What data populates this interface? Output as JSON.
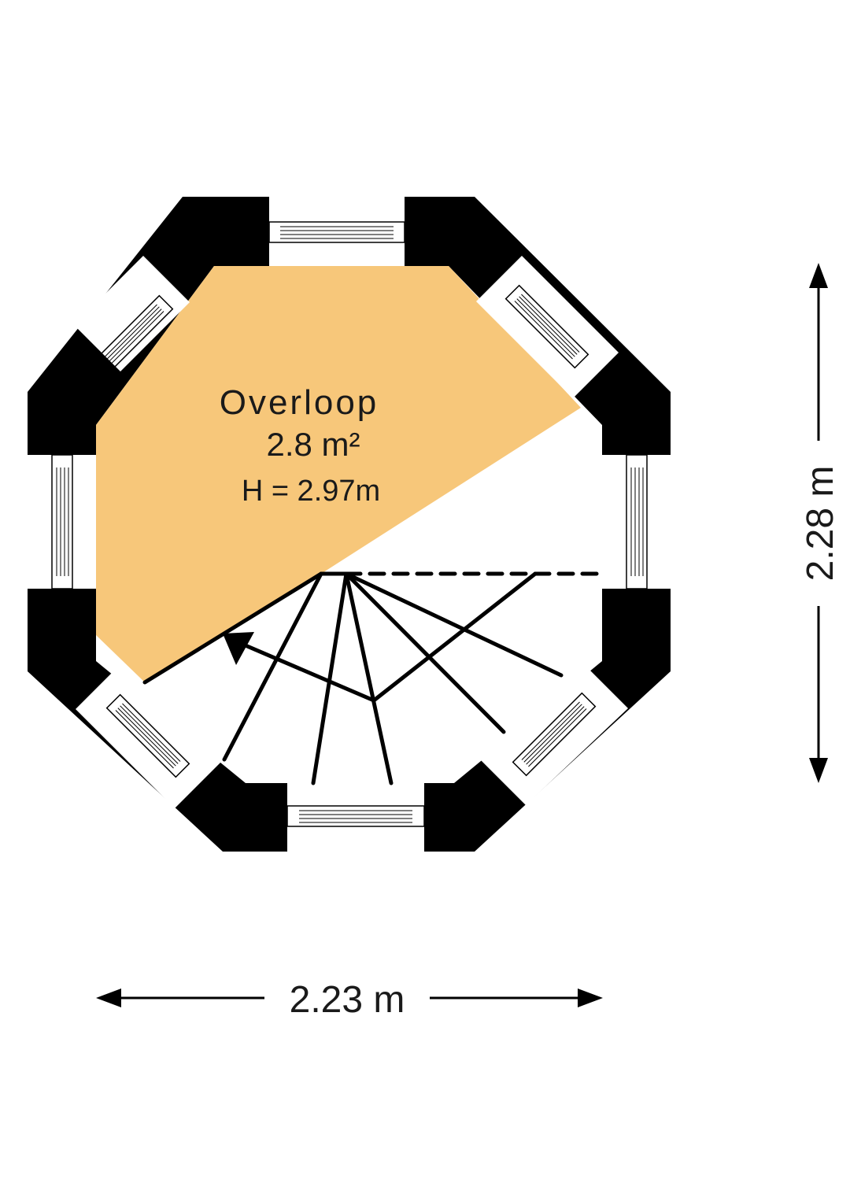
{
  "room": {
    "name": "Overloop",
    "area": "2.8 m²",
    "height": "H = 2.97m"
  },
  "dimensions": {
    "width": "2.23 m",
    "height": "2.28 m"
  },
  "colors": {
    "wall": "#000000",
    "room_fill": "#f7c77a",
    "window_frame": "#ffffff",
    "line": "#000000",
    "background": "#ffffff"
  }
}
